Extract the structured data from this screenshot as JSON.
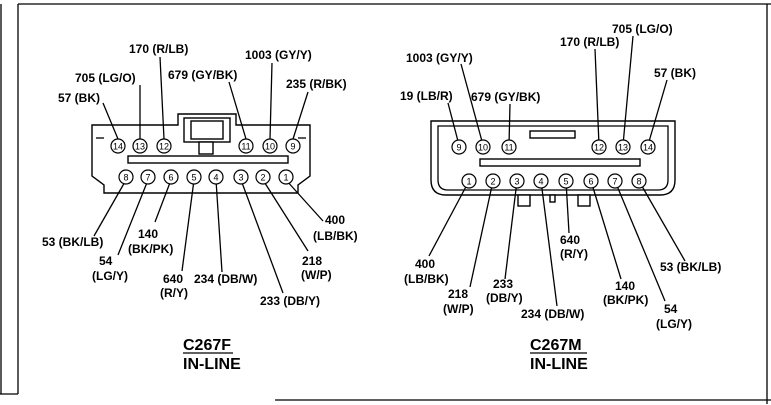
{
  "connectors": [
    {
      "id": "c267f",
      "name": "C267F",
      "subtitle": "IN-LINE",
      "top_pins": [
        "14",
        "13",
        "12",
        "11",
        "10",
        "9"
      ],
      "bottom_pins": [
        "8",
        "7",
        "6",
        "5",
        "4",
        "3",
        "2",
        "1"
      ],
      "wires": [
        {
          "pin": "14",
          "lines": [
            "57 (BK)"
          ]
        },
        {
          "pin": "13",
          "lines": [
            "705 (LG/O)"
          ]
        },
        {
          "pin": "12",
          "lines": [
            "170 (R/LB)"
          ]
        },
        {
          "pin": "11",
          "lines": [
            "679 (GY/BK)"
          ]
        },
        {
          "pin": "10",
          "lines": [
            "1003 (GY/Y)"
          ]
        },
        {
          "pin": "9",
          "lines": [
            "235 (R/BK)"
          ]
        },
        {
          "pin": "8",
          "lines": [
            "53 (BK/LB)"
          ]
        },
        {
          "pin": "7",
          "lines": [
            "54",
            "(LG/Y)"
          ]
        },
        {
          "pin": "6",
          "lines": [
            "140",
            "(BK/PK)"
          ]
        },
        {
          "pin": "5",
          "lines": [
            "640",
            "(R/Y)"
          ]
        },
        {
          "pin": "4",
          "lines": [
            "234 (DB/W)"
          ]
        },
        {
          "pin": "3",
          "lines": [
            "233 (DB/Y)"
          ]
        },
        {
          "pin": "2",
          "lines": [
            "218",
            "(W/P)"
          ]
        },
        {
          "pin": "1",
          "lines": [
            "400",
            "(LB/BK)"
          ]
        }
      ]
    },
    {
      "id": "c267m",
      "name": "C267M",
      "subtitle": "IN-LINE",
      "top_pins": [
        "9",
        "10",
        "11",
        "12",
        "13",
        "14"
      ],
      "bottom_pins": [
        "1",
        "2",
        "3",
        "4",
        "5",
        "6",
        "7",
        "8"
      ],
      "wires": [
        {
          "pin": "9",
          "lines": [
            "19 (LB/R)"
          ]
        },
        {
          "pin": "10",
          "lines": [
            "1003 (GY/Y)"
          ]
        },
        {
          "pin": "11",
          "lines": [
            "679 (GY/BK)"
          ]
        },
        {
          "pin": "12",
          "lines": [
            "170 (R/LB)"
          ]
        },
        {
          "pin": "13",
          "lines": [
            "705 (LG/O)"
          ]
        },
        {
          "pin": "14",
          "lines": [
            "57 (BK)"
          ]
        },
        {
          "pin": "1",
          "lines": [
            "400",
            "(LB/BK)"
          ]
        },
        {
          "pin": "2",
          "lines": [
            "218",
            "(W/P)"
          ]
        },
        {
          "pin": "3",
          "lines": [
            "233",
            "(DB/Y)"
          ]
        },
        {
          "pin": "4",
          "lines": [
            "234 (DB/W)"
          ]
        },
        {
          "pin": "5",
          "lines": [
            "640",
            "(R/Y)"
          ]
        },
        {
          "pin": "6",
          "lines": [
            "140",
            "(BK/PK)"
          ]
        },
        {
          "pin": "7",
          "lines": [
            "54",
            "(LG/Y)"
          ]
        },
        {
          "pin": "8",
          "lines": [
            "53 (BK/LB)"
          ]
        }
      ]
    }
  ]
}
